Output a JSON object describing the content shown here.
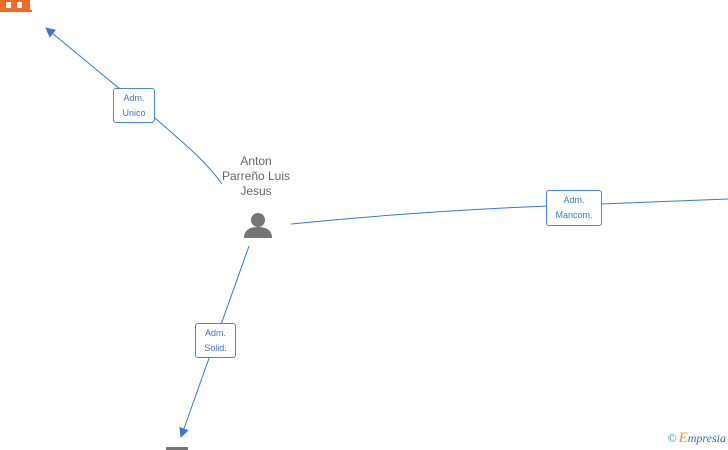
{
  "person": {
    "name_lines": [
      "Anton",
      "Parreño Luis",
      "Jesus"
    ]
  },
  "edges": {
    "top_left": {
      "line1": "Adm.",
      "line2": "Unico"
    },
    "right": {
      "line1": "Adm.",
      "line2": "Mancom."
    },
    "bottom": {
      "line1": "Adm.",
      "line2": "Solid."
    }
  },
  "watermark": {
    "symbol": "©",
    "brand_first": "E",
    "brand_rest": "mpresia"
  },
  "colors": {
    "edge": "#3a78cf",
    "company_icon": "#f06a2a",
    "person_icon": "#757575"
  }
}
